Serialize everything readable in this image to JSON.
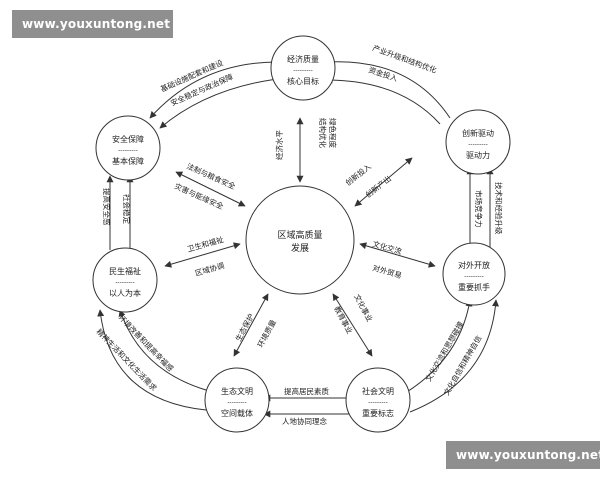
{
  "watermark": {
    "text": "www.youxuntong.net"
  },
  "center": {
    "line1": "区域高质量",
    "line2": "发展"
  },
  "nodes": {
    "economy": {
      "title": "经济质量",
      "subtitle": "核心目标"
    },
    "innovation": {
      "title": "创新驱动",
      "subtitle": "驱动力"
    },
    "opening": {
      "title": "对外开放",
      "subtitle": "重要抓手"
    },
    "social": {
      "title": "社会文明",
      "subtitle": "重要标志"
    },
    "eco": {
      "title": "生态文明",
      "subtitle": "空间载体"
    },
    "livelihood": {
      "title": "民生福祉",
      "subtitle": "以人为本"
    },
    "security": {
      "title": "安全保障",
      "subtitle": "基本保障"
    }
  },
  "node_divider": "---------",
  "inner_labels": {
    "econ_a": "经济水平",
    "econ_b1": "结构优化",
    "econ_b2": "绿色程度",
    "innov_a": "创新投入",
    "innov_b": "创新产出",
    "open_a": "文化交流",
    "open_b": "对外贸易",
    "social_a": "文化事业",
    "social_b": "教育事业",
    "eco_a": "生态保护",
    "eco_b": "环境质量",
    "live_a": "卫生和福祉",
    "live_b": "区域协调",
    "sec_a": "法制与粮食安全",
    "sec_b": "灾害与能缘安全"
  },
  "outer_labels": {
    "top_left_a": "基础设施配套和建设",
    "top_left_b": "安全稳定与政治保障",
    "top_right_a": "产业升级和结构优化",
    "top_right_b": "资金投入",
    "right_a": "市场竞争力",
    "right_b": "技术和经验升级",
    "bottom_right_a": "文化交流和思想碰撞",
    "bottom_right_b": "文化自信和精神自信",
    "bottom_a": "提高居民素质",
    "bottom_b": "人地协同理念",
    "bottom_left_a": "环境改善和提高幸福感",
    "bottom_left_b": "精神生活和文化生活需求",
    "left_a": "提高安全感",
    "left_b": "社会稳定"
  }
}
